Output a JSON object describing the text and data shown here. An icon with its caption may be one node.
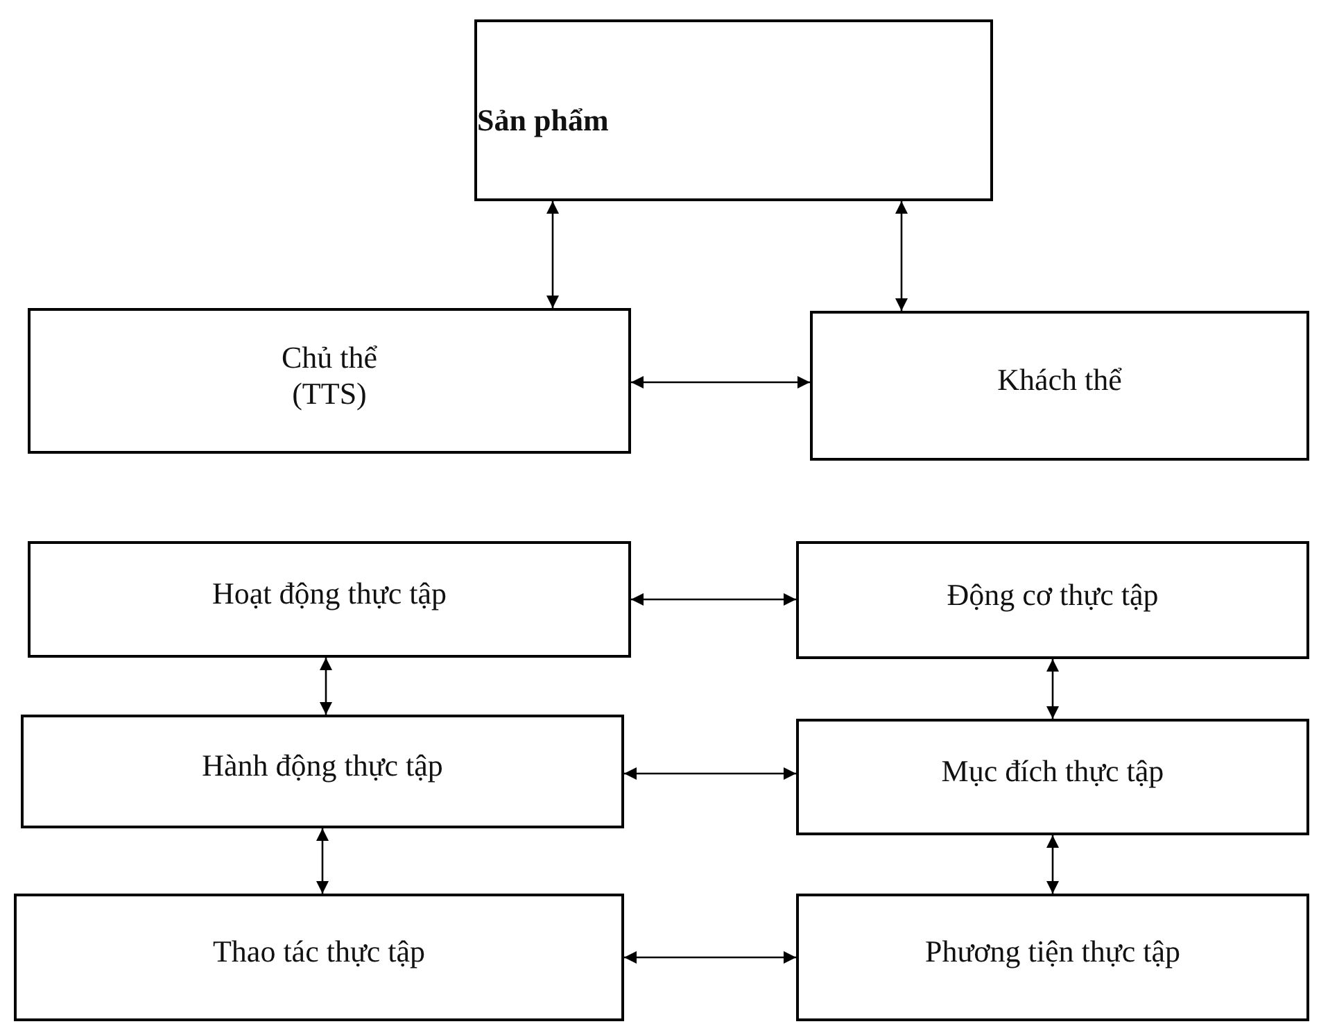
{
  "diagram": {
    "nodes": [
      {
        "text": [
          "Sản phẩm"
        ]
      },
      {
        "text": [
          "Chủ thể (TTS)"
        ]
      },
      {
        "text": [
          "Khách thể"
        ]
      },
      {
        "text": [
          "Hoạt động thực tập"
        ]
      },
      {
        "text": [
          "Động cơ thực tập"
        ]
      },
      {
        "text": [
          "Hành động thực tập"
        ]
      },
      {
        "text": [
          "Mục đích thực tập"
        ]
      },
      {
        "text": [
          "Thao tác thực tập"
        ]
      },
      {
        "text": [
          "Phương tiện thực tập"
        ]
      }
    ],
    "edges": [
      {
        "from": 0,
        "to": 1,
        "arrow": "both"
      },
      {
        "from": 0,
        "to": 2,
        "arrow": "both"
      },
      {
        "from": 1,
        "to": 2,
        "arrow": "both"
      },
      {
        "from": 3,
        "to": 4,
        "arrow": "both"
      },
      {
        "from": 3,
        "to": 5,
        "arrow": "both"
      },
      {
        "from": 4,
        "to": 6,
        "arrow": "both"
      },
      {
        "from": 5,
        "to": 6,
        "arrow": "both"
      },
      {
        "from": 5,
        "to": 7,
        "arrow": "both"
      },
      {
        "from": 6,
        "to": 8,
        "arrow": "both"
      },
      {
        "from": 7,
        "to": 8,
        "arrow": "both"
      }
    ]
  }
}
